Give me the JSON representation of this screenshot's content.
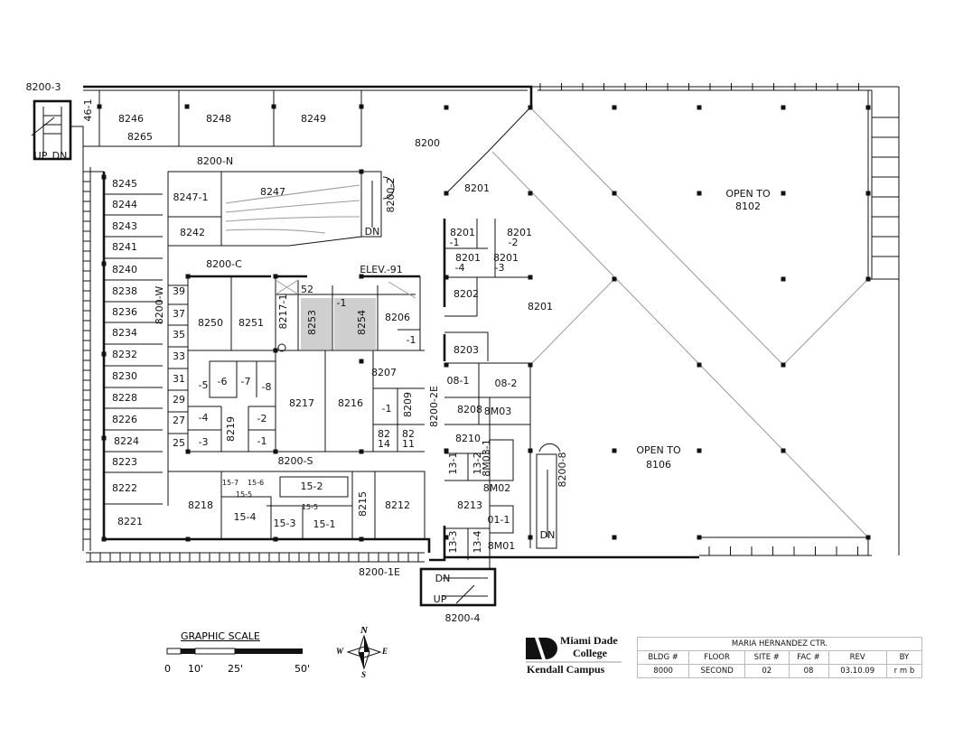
{
  "plan": {
    "labels": [
      "8200-3",
      "46-1",
      "8246",
      "8248",
      "8249",
      "8265",
      "UP",
      "DN",
      "8200-N",
      "8200",
      "8201",
      "8200-2",
      "DN",
      "OPEN TO",
      "8102",
      "8245",
      "8244",
      "8243",
      "8241",
      "8240",
      "8238",
      "8236",
      "8234",
      "8232",
      "8230",
      "8228",
      "8226",
      "8224",
      "8223",
      "8222",
      "8221",
      "8247-1",
      "8247",
      "8242",
      "8200-C",
      "8200-W",
      "39",
      "37",
      "35",
      "33",
      "31",
      "29",
      "27",
      "25",
      "8250",
      "8251",
      "-5",
      "-6",
      "-7",
      "-8",
      "-4",
      "-3",
      "8219",
      "-2",
      "-1",
      "8200-S",
      "15-7",
      "15-6",
      "15-5",
      "8218",
      "15-4",
      "15-3",
      "15-5",
      "15-2",
      "15-1",
      "8215",
      "8212",
      "8217-1",
      "52",
      "-1",
      "8253",
      "8254",
      "ELEV.-91",
      "8206",
      "-1",
      "8207",
      "8217",
      "8216",
      "-1",
      "8209",
      "82",
      "14",
      "82",
      "11",
      "8200-2E",
      "8201",
      "-1",
      "8201",
      "-2",
      "8201",
      "-4",
      "8201",
      "-3",
      "8202",
      "8201",
      "8203",
      "08-1",
      "08-2",
      "8208",
      "8M03",
      "8210",
      "8M03-1",
      "13-1",
      "13-2",
      "8M02",
      "8213",
      "01-1",
      "13-3",
      "13-4",
      "8M01",
      "DN",
      "8200-8",
      "OPEN TO",
      "8106",
      "8200-1E",
      "DN",
      "UP",
      "8200-4"
    ],
    "highlight_color": "#cccccc"
  },
  "scale": {
    "title": "GRAPHIC SCALE",
    "ticks": [
      "0",
      "10'",
      "25'",
      "50'"
    ]
  },
  "compass": {
    "n": "N",
    "s": "S",
    "e": "E",
    "w": "W"
  },
  "logo": {
    "line1": "Miami Dade",
    "line2": "College",
    "campus": "Kendall Campus"
  },
  "title_block": {
    "building_name": "MARIA HERNANDEZ CTR.",
    "headers": [
      "BLDG #",
      "FLOOR",
      "SITE #",
      "FAC #",
      "REV",
      "BY"
    ],
    "values": [
      "8000",
      "SECOND",
      "02",
      "08",
      "03.10.09",
      "r m b"
    ]
  }
}
